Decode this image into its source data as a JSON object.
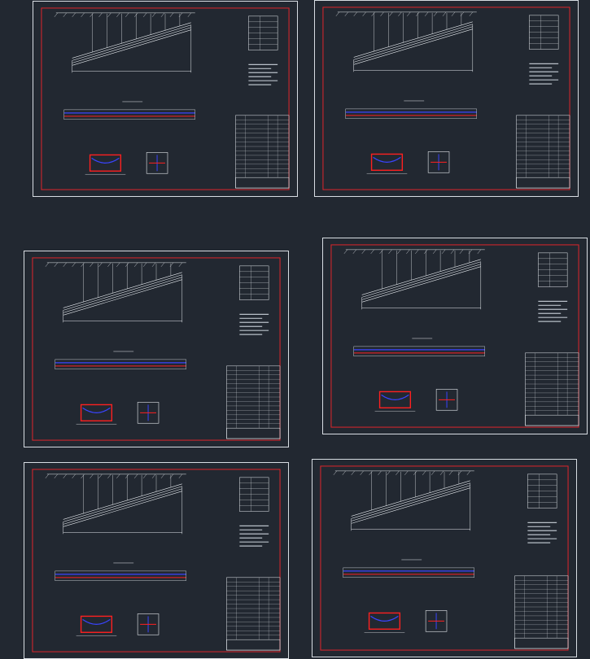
{
  "canvas": {
    "background": "#222831"
  },
  "colors": {
    "sheet_border": "#d8dde3",
    "frame_red": "#e0262b",
    "line_white": "#e8ecf0",
    "line_blue": "#3a44ff",
    "line_red": "#ff2020",
    "text_gray": "#b8bfc8"
  },
  "sheets": [
    {
      "id": "sheet-1",
      "label": "drawing-sheet-top-left"
    },
    {
      "id": "sheet-2",
      "label": "drawing-sheet-top-right"
    },
    {
      "id": "sheet-3",
      "label": "drawing-sheet-middle-left"
    },
    {
      "id": "sheet-4",
      "label": "drawing-sheet-middle-right"
    },
    {
      "id": "sheet-5",
      "label": "drawing-sheet-bottom-left"
    },
    {
      "id": "sheet-6",
      "label": "drawing-sheet-bottom-right"
    }
  ]
}
